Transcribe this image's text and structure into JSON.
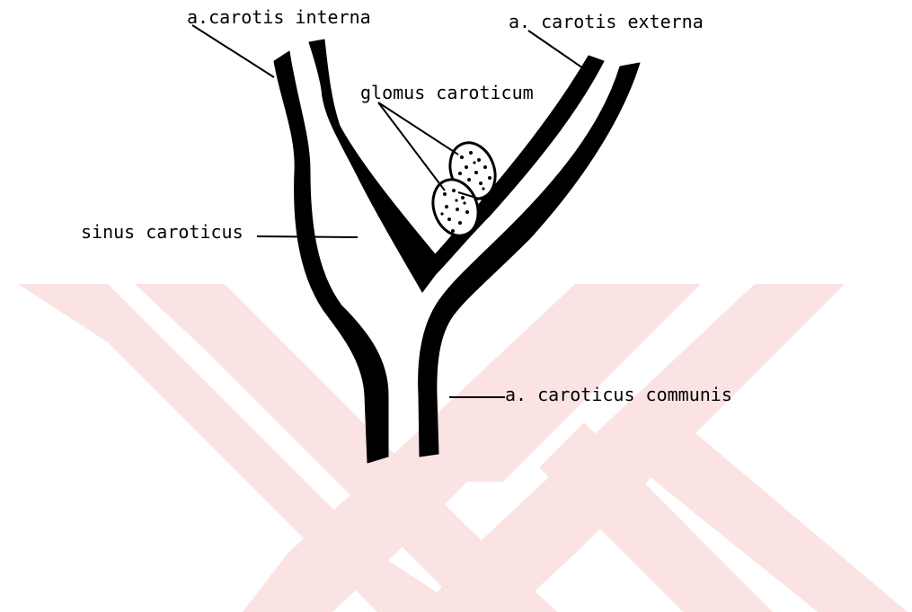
{
  "labels": {
    "interna": "a.carotis interna",
    "externa": "a. carotis externa",
    "glomus": "glomus caroticum",
    "sinus": "sinus caroticus",
    "communis": "a. caroticus communis"
  },
  "colors": {
    "ink": "#000000",
    "watermark": "#fbe3e3",
    "background": "#ffffff"
  }
}
